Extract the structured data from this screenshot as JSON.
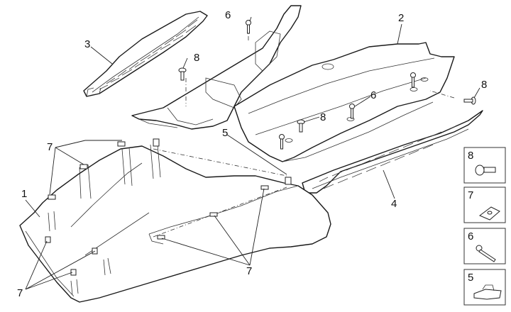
{
  "diagram": {
    "type": "exploded-parts-diagram",
    "callouts": [
      {
        "id": "c1",
        "label": "1",
        "part": "lower fairing (main body panel)"
      },
      {
        "id": "c2",
        "label": "2",
        "part": "underbody tray"
      },
      {
        "id": "c3",
        "label": "3",
        "part": "left ribbed cover"
      },
      {
        "id": "c4",
        "label": "4",
        "part": "right ribbed cover"
      },
      {
        "id": "c5",
        "label": "5",
        "part": "spring clip"
      },
      {
        "id": "c6a",
        "label": "6",
        "part": "screw"
      },
      {
        "id": "c6b",
        "label": "6",
        "part": "screw"
      },
      {
        "id": "c7a",
        "label": "7",
        "part": "speed nut (top group)"
      },
      {
        "id": "c7b",
        "label": "7",
        "part": "speed nut (lower-left group)"
      },
      {
        "id": "c7c",
        "label": "7",
        "part": "speed nut (lower-middle group)"
      },
      {
        "id": "c8a",
        "label": "8",
        "part": "flanged bolt"
      },
      {
        "id": "c8b",
        "label": "8",
        "part": "flanged bolt"
      },
      {
        "id": "c8c",
        "label": "8",
        "part": "flanged bolt"
      }
    ],
    "legend": [
      {
        "label": "8",
        "icon": "flanged-bolt-icon"
      },
      {
        "label": "7",
        "icon": "speed-nut-icon"
      },
      {
        "label": "6",
        "icon": "screw-icon"
      },
      {
        "label": "5",
        "icon": "spring-clip-icon"
      }
    ]
  }
}
